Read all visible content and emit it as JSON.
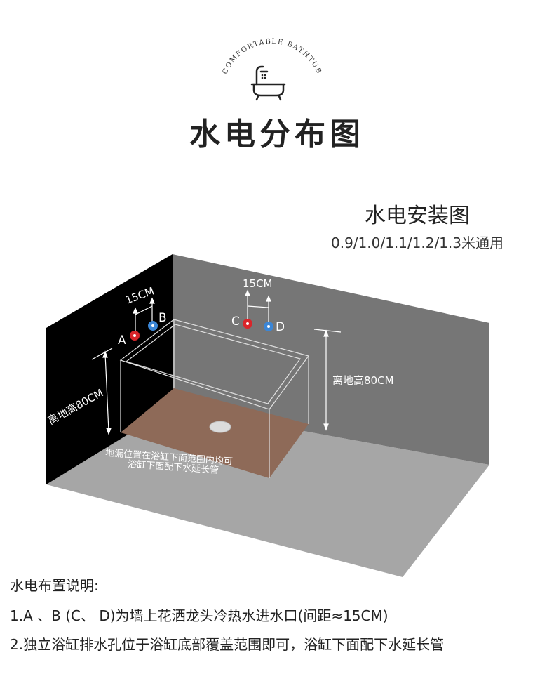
{
  "logo": {
    "arc_text": "COMFORTABLE BATHTUB",
    "icon": "bathtub-shower-icon"
  },
  "title": "水电分布图",
  "diagram": {
    "title": "水电安装图",
    "note": "0.9/1.0/1.1/1.2/1.3米通用",
    "left_spacing_label": "15CM",
    "right_spacing_label": "15CM",
    "inlets": [
      {
        "label": "A",
        "type": "hot",
        "color": "#d9252a"
      },
      {
        "label": "B",
        "type": "cold",
        "color": "#3b86d6"
      },
      {
        "label": "C",
        "type": "hot",
        "color": "#d9252a"
      },
      {
        "label": "D",
        "type": "cold",
        "color": "#3b86d6"
      }
    ],
    "left_height_label": "离地高80CM",
    "right_height_label": "离地高80CM",
    "floor_note_line1": "地漏位置在浴缸下面范围内均可",
    "floor_note_line2": "浴缸下面配下水延长管",
    "colors": {
      "left_wall": "#000000",
      "back_wall": "#767676",
      "floor": "#a6a6a6",
      "tub_footprint": "#8e6a58"
    }
  },
  "notes": {
    "title": "水电布置说明:",
    "line1": "1.A 、B (C、 D)为墙上花洒龙头冷热水进水口(间距≈15CM)",
    "line2": "2.独立浴缸排水孔位于浴缸底部覆盖范围即可，浴缸下面配下水延长管"
  }
}
